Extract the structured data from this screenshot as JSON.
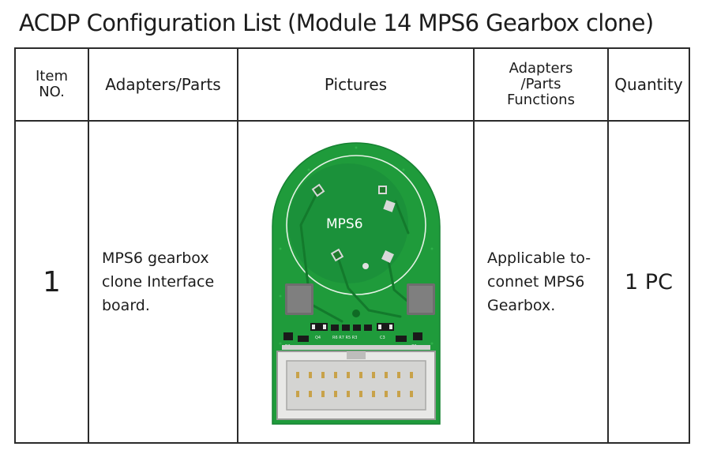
{
  "title": "ACDP Configuration List (Module 14 MPS6 Gearbox clone)",
  "table": {
    "headers": {
      "item_no": "Item\nNO.",
      "adapters_parts": "Adapters/Parts",
      "pictures": "Pictures",
      "functions": "Adapters\n/Parts\nFunctions",
      "quantity": "Quantity"
    },
    "rows": [
      {
        "item_no": "1",
        "part": "MPS6 gearbox\nclone Interface\nboard.",
        "board_label": "MPS6",
        "function": "Applicable to-\nconnet MPS6\nGearbox.",
        "quantity": "1 PC"
      }
    ]
  },
  "colors": {
    "border": "#2b2b2b",
    "pcb_green": "#1f9b3b",
    "pcb_dark": "#137a2c",
    "connector": "#e8e8e6"
  },
  "icons": [
    "pcb-board-image"
  ]
}
